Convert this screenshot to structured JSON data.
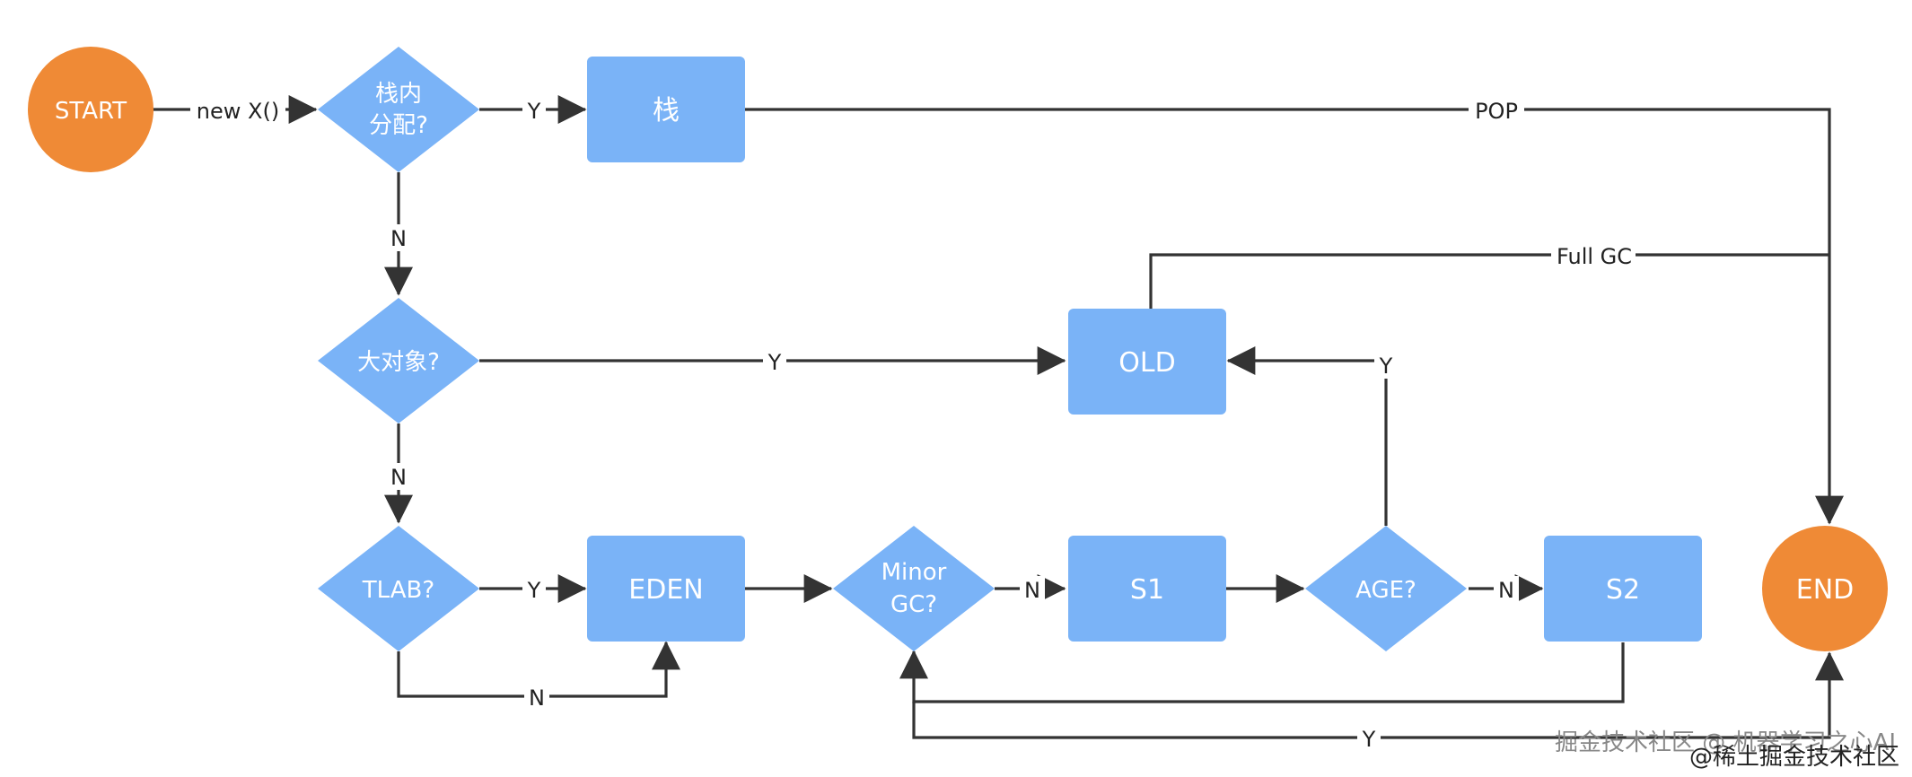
{
  "colors": {
    "terminal": "#ef8a36",
    "process": "#7ab3f7",
    "edge": "#333333",
    "text_on_node": "#ffffff"
  },
  "nodes": {
    "start": "START",
    "end": "END",
    "stack_q_line1": "栈内",
    "stack_q_line2": "分配?",
    "stack": "栈",
    "big_q": "大对象?",
    "tlab_q": "TLAB?",
    "eden": "EDEN",
    "minor_q_line1": "Minor",
    "minor_q_line2": "GC?",
    "s1": "S1",
    "age_q": "AGE?",
    "s2": "S2",
    "old": "OLD"
  },
  "edges": {
    "new_x": "new X()",
    "stack_y": "Y",
    "stack_n": "N",
    "pop": "POP",
    "full_gc": "Full GC",
    "big_y": "Y",
    "big_n": "N",
    "tlab_y": "Y",
    "tlab_n": "N",
    "minor_n": "N",
    "age_y": "Y",
    "age_n": "N",
    "minor_y": "Y"
  },
  "watermark": {
    "text": "掘金技术社区 @ 机器学习之心AI",
    "text2": "@稀土掘金技术社区"
  }
}
